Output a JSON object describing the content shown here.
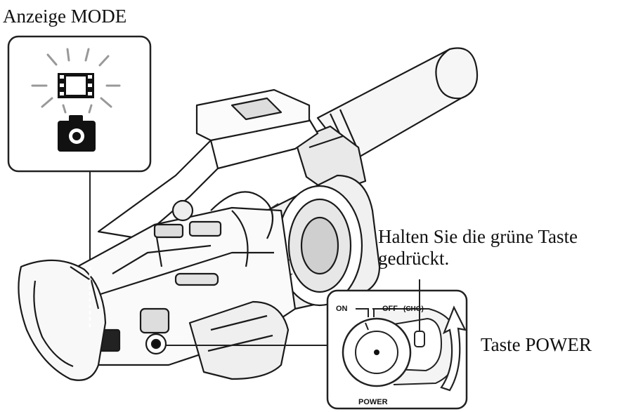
{
  "labels": {
    "mode_indicator": "Anzeige MODE",
    "hold_green_button_line1": "Halten Sie die grüne Taste",
    "hold_green_button_line2": "gedrückt.",
    "power_button": "Taste POWER"
  },
  "power_switch": {
    "on_mark": "ON",
    "off_mark": "OFF",
    "chg_mark": "(CHG)",
    "dial_label": "POWER"
  },
  "icons": {
    "movie_mode": "film-strip-icon",
    "photo_mode": "camera-icon",
    "rotate_direction": "curved-arrow-up-icon"
  }
}
